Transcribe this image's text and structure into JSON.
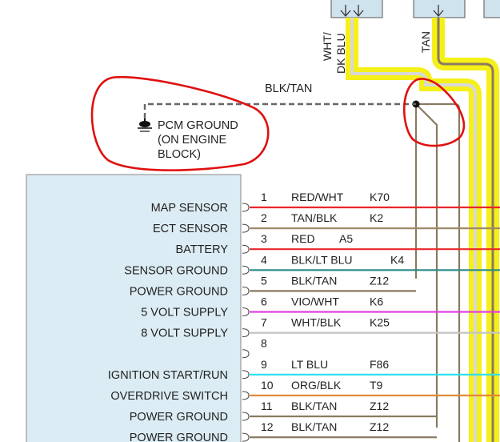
{
  "connectors": {
    "left_wire_label": "WHT/ DK BLU",
    "left_wire_label_lines": [
      "WHT/",
      "DK BLU"
    ],
    "right_wire_label": "TAN"
  },
  "ground": {
    "wire_label": "BLK/TAN",
    "label_lines": [
      "PCM GROUND",
      "(ON ENGINE",
      "BLOCK)"
    ]
  },
  "pins": [
    {
      "name": "MAP SENSOR",
      "num": "1",
      "wire": "RED/WHT",
      "circuit": "K70",
      "color": "#e8282c"
    },
    {
      "name": "ECT SENSOR",
      "num": "2",
      "wire": "TAN/BLK",
      "circuit": "K2",
      "color": "#a0896a"
    },
    {
      "name": "BATTERY",
      "num": "3",
      "wire": "RED",
      "circuit": "A5",
      "color": "#e8282c"
    },
    {
      "name": "SENSOR GROUND",
      "num": "4",
      "wire": "BLK/LT BLU",
      "circuit": "K4",
      "color": "#2a8a8a"
    },
    {
      "name": "POWER GROUND",
      "num": "5",
      "wire": "BLK/TAN",
      "circuit": "Z12",
      "color": "#8a7a62"
    },
    {
      "name": "5 VOLT SUPPLY",
      "num": "6",
      "wire": "VIO/WHT",
      "circuit": "K6",
      "color": "#e040e0"
    },
    {
      "name": "8 VOLT SUPPLY",
      "num": "7",
      "wire": "WHT/BLK",
      "circuit": "K25",
      "color": "#c4c4c4"
    },
    {
      "name": "",
      "num": "8",
      "wire": "",
      "circuit": "",
      "color": ""
    },
    {
      "name": "IGNITION START/RUN",
      "num": "9",
      "wire": "LT BLU",
      "circuit": "F86",
      "color": "#28e0f0"
    },
    {
      "name": "OVERDRIVE SWITCH",
      "num": "10",
      "wire": "ORG/BLK",
      "circuit": "T9",
      "color": "#e08a3c"
    },
    {
      "name": "POWER GROUND",
      "num": "11",
      "wire": "BLK/TAN",
      "circuit": "Z12",
      "color": "#8a7a62"
    },
    {
      "name": "POWER GROUND",
      "num": "12",
      "wire": "BLK/TAN",
      "circuit": "Z12",
      "color": "#8a7a62"
    }
  ],
  "colors": {
    "module_fill": "#dcecf4",
    "module_border": "#888888",
    "connector_fill": "#cfe3ee",
    "yellow": "#f5f018",
    "white_wire": "#d8d8d8",
    "tan_wire": "#8a7a62",
    "annotation_red": "#e01010"
  },
  "icons": {
    "ground": "ground-icon",
    "connector_arrow": "chevron-down-icon",
    "splice": "splice-dot-icon"
  }
}
